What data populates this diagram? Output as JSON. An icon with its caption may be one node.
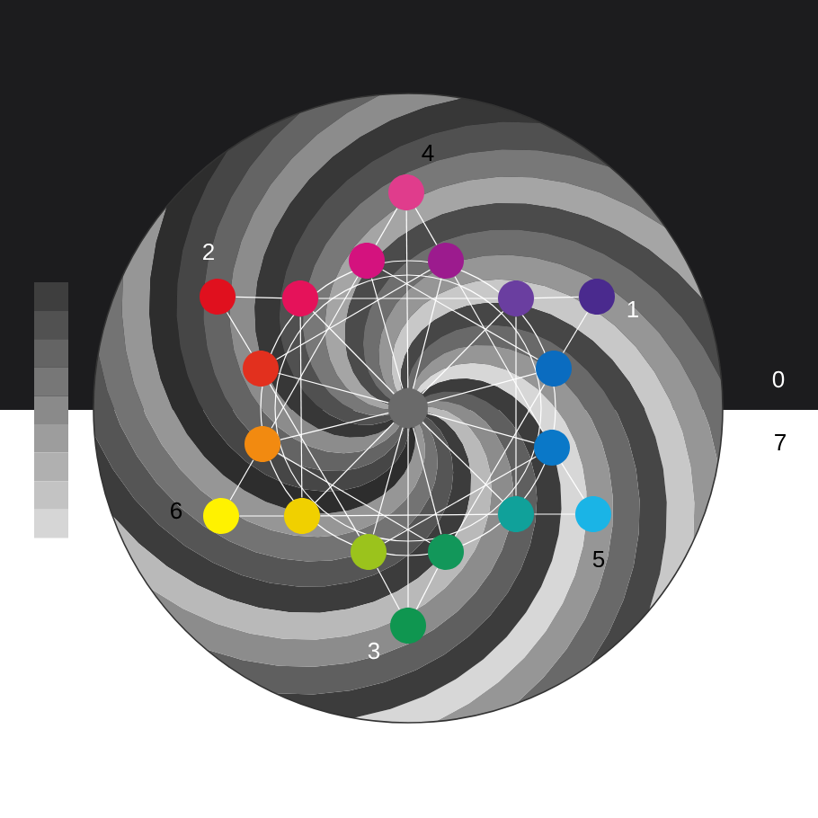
{
  "diagram": {
    "nodes": [
      {
        "text": [],
        "shape": "circle",
        "beside": [
          "4"
        ]
      },
      {
        "text": [],
        "shape": "circle"
      },
      {
        "text": [],
        "shape": "circle"
      },
      {
        "text": [],
        "shape": "circle",
        "beside": [
          "2"
        ]
      },
      {
        "text": [],
        "shape": "circle"
      },
      {
        "text": [],
        "shape": "circle"
      },
      {
        "text": [],
        "shape": "circle",
        "beside": [
          "1"
        ]
      },
      {
        "text": [],
        "shape": "circle"
      },
      {
        "text": [],
        "shape": "circle"
      },
      {
        "text": [],
        "shape": "circle"
      },
      {
        "text": [],
        "shape": "circle"
      },
      {
        "text": [],
        "shape": "circle"
      },
      {
        "text": [],
        "shape": "circle",
        "beside": [
          "6"
        ]
      },
      {
        "text": [],
        "shape": "circle"
      },
      {
        "text": [],
        "shape": "circle"
      },
      {
        "text": [],
        "shape": "circle",
        "beside": [
          "5"
        ]
      },
      {
        "text": [],
        "shape": "circle"
      },
      {
        "text": [],
        "shape": "circle"
      },
      {
        "text": [],
        "shape": "circle",
        "beside": [
          "3"
        ]
      }
    ],
    "edges": [
      {
        "from": 9,
        "to": 1,
        "arrow": "none"
      },
      {
        "from": 9,
        "to": 2,
        "arrow": "none"
      },
      {
        "from": 9,
        "to": 5,
        "arrow": "none"
      },
      {
        "from": 9,
        "to": 8,
        "arrow": "none"
      },
      {
        "from": 9,
        "to": 11,
        "arrow": "none"
      },
      {
        "from": 9,
        "to": 14,
        "arrow": "none"
      },
      {
        "from": 9,
        "to": 17,
        "arrow": "none"
      },
      {
        "from": 9,
        "to": 16,
        "arrow": "none"
      },
      {
        "from": 9,
        "to": 13,
        "arrow": "none"
      },
      {
        "from": 9,
        "to": 10,
        "arrow": "none"
      },
      {
        "from": 9,
        "to": 7,
        "arrow": "none"
      },
      {
        "from": 9,
        "to": 4,
        "arrow": "none"
      },
      {
        "from": 0,
        "to": 1,
        "arrow": "none"
      },
      {
        "from": 0,
        "to": 2,
        "arrow": "none"
      },
      {
        "from": 6,
        "to": 5,
        "arrow": "none"
      },
      {
        "from": 6,
        "to": 8,
        "arrow": "none"
      },
      {
        "from": 15,
        "to": 11,
        "arrow": "none"
      },
      {
        "from": 15,
        "to": 14,
        "arrow": "none"
      },
      {
        "from": 18,
        "to": 17,
        "arrow": "none"
      },
      {
        "from": 18,
        "to": 16,
        "arrow": "none"
      },
      {
        "from": 12,
        "to": 13,
        "arrow": "none"
      },
      {
        "from": 12,
        "to": 10,
        "arrow": "none"
      },
      {
        "from": 3,
        "to": 7,
        "arrow": "none"
      },
      {
        "from": 3,
        "to": 4,
        "arrow": "none"
      },
      {
        "from": 4,
        "to": 5,
        "arrow": "none"
      },
      {
        "from": 5,
        "to": 14,
        "arrow": "none"
      },
      {
        "from": 14,
        "to": 13,
        "arrow": "none"
      },
      {
        "from": 13,
        "to": 4,
        "arrow": "none"
      },
      {
        "from": 1,
        "to": 8,
        "arrow": "none"
      },
      {
        "from": 8,
        "to": 17,
        "arrow": "none"
      },
      {
        "from": 17,
        "to": 10,
        "arrow": "none"
      },
      {
        "from": 10,
        "to": 1,
        "arrow": "none"
      },
      {
        "from": 2,
        "to": 11,
        "arrow": "none"
      },
      {
        "from": 11,
        "to": 16,
        "arrow": "none"
      },
      {
        "from": 16,
        "to": 7,
        "arrow": "none"
      },
      {
        "from": 7,
        "to": 2,
        "arrow": "none"
      },
      {
        "from": 0,
        "to": 9,
        "arrow": "none"
      },
      {
        "from": 9,
        "to": 18,
        "arrow": "none"
      }
    ],
    "labels": [
      "0",
      "7"
    ]
  }
}
